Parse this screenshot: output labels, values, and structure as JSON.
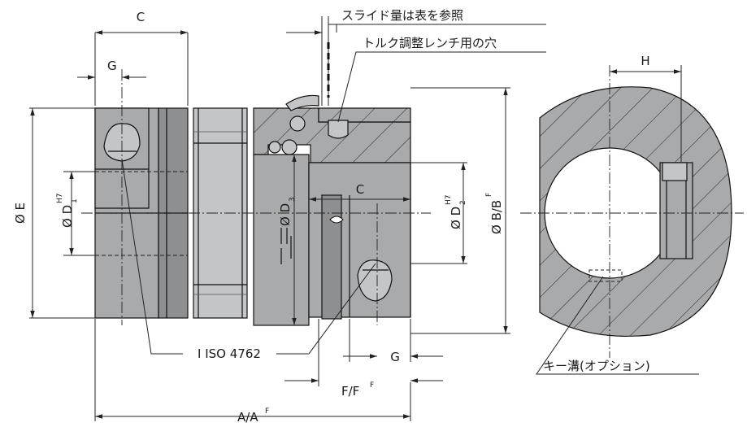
{
  "labels": {
    "dim_c_top": "C",
    "dim_g_top": "G",
    "dim_e": "Ø E",
    "dim_d1": "Ø D",
    "dim_d1_sub": "1",
    "dim_d1_sup": "H7",
    "dim_d3": "Ø D",
    "dim_d3_sub": "3",
    "dim_c_mid": "C",
    "dim_d2": "Ø D",
    "dim_d2_sub": "2",
    "dim_d2_sup": "H7",
    "dim_b": "Ø B/B",
    "dim_b_sup": "F",
    "dim_g_bottom": "G",
    "dim_f": "F/F",
    "dim_f_sup": "F",
    "dim_a": "A/A",
    "dim_a_sup": "F",
    "dim_h": "H",
    "iso_note": "I ISO 4762",
    "slide_note": "スライド量は表を参照",
    "torque_note": "トルク調整レンチ用の穴",
    "keyway_note": "キー溝(オプション)"
  },
  "colors": {
    "body": "#a9aaac",
    "body_dark": "#8e8f91",
    "body_light": "#c4c5c7",
    "line": "#111111"
  }
}
